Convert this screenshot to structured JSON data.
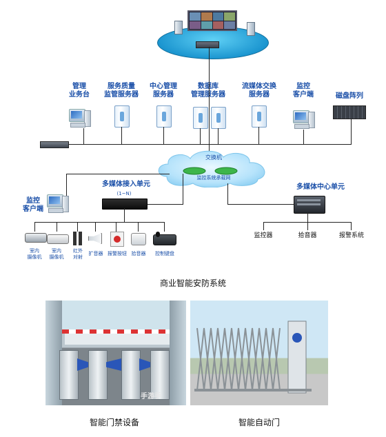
{
  "diagram": {
    "top_labels": [
      {
        "id": "mgmt-desk",
        "text": "管理\n业务台"
      },
      {
        "id": "qos-server",
        "text": "服务质量\n监管服务器"
      },
      {
        "id": "center-server",
        "text": "中心管理\n服务器"
      },
      {
        "id": "db-server",
        "text": "数据库\n管理服务器"
      },
      {
        "id": "stream-server",
        "text": "流媒体交换\n服务器"
      },
      {
        "id": "monitor-client",
        "text": "监控\n客户端"
      },
      {
        "id": "disk-array",
        "text": "磁盘阵列"
      }
    ],
    "cloud": {
      "title": "交换机",
      "subtitle": "监控系统承载网"
    },
    "access_unit": {
      "title": "多媒体接入单元",
      "sub": "(1~N)"
    },
    "center_unit": {
      "title": "多媒体中心单元"
    },
    "left_client": "监控\n客户端",
    "devices": [
      {
        "id": "indoor-camera-1",
        "text": "室内\n摄像机"
      },
      {
        "id": "indoor-camera-2",
        "text": "室内\n摄像机"
      },
      {
        "id": "ir-detector",
        "text": "红外\n对射"
      },
      {
        "id": "amplifier",
        "text": "扩音器"
      },
      {
        "id": "alarm-button",
        "text": "报警按钮"
      },
      {
        "id": "pickup",
        "text": "拾音器"
      },
      {
        "id": "control-keyboard",
        "text": "控制键盘"
      }
    ],
    "center_outputs": [
      {
        "id": "monitor",
        "text": "监控器"
      },
      {
        "id": "pickup-2",
        "text": "拾音器"
      },
      {
        "id": "alarm-system",
        "text": "报警系统"
      }
    ],
    "caption": "商业智能安防系统"
  },
  "photos": {
    "left_caption": "智能门禁设备",
    "right_caption": "智能自动门",
    "left_watermark": "手游手"
  },
  "colors": {
    "accent": "#2aa8e0",
    "label": "#1a4fa8"
  }
}
